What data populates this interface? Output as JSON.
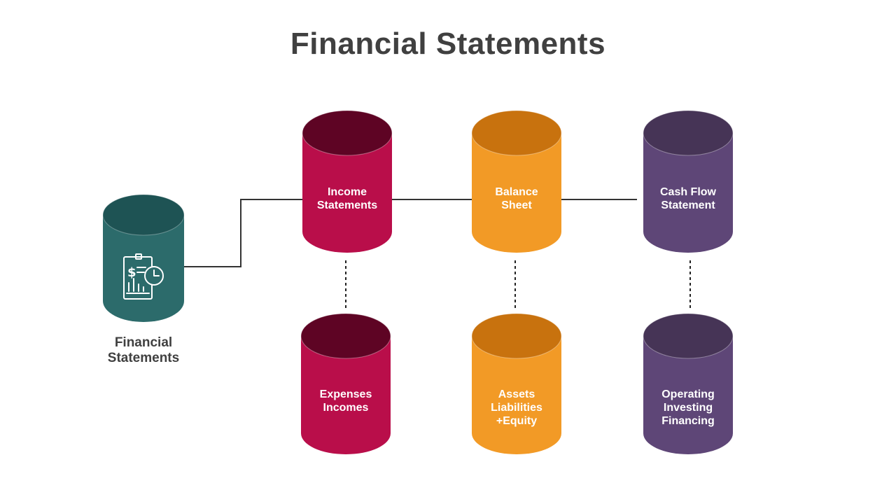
{
  "title": "Financial Statements",
  "root": {
    "label_lines": [
      "Financial",
      "Statements"
    ],
    "icon": "financial-report-icon",
    "colors": {
      "body": "#2C6B6B",
      "top": "#1E5354"
    }
  },
  "columns": [
    {
      "id": "income",
      "colors": {
        "body": "#B90E4A",
        "top": "#5E0424"
      },
      "top_lines": [
        "Income",
        "Statements"
      ],
      "bottom_lines": [
        "Expenses",
        "Incomes"
      ]
    },
    {
      "id": "balance",
      "colors": {
        "body": "#F29A26",
        "top": "#C8720E"
      },
      "top_lines": [
        "Balance",
        "Sheet"
      ],
      "bottom_lines": [
        "Assets",
        "Liabilities",
        "+Equity"
      ]
    },
    {
      "id": "cashflow",
      "colors": {
        "body": "#5E4677",
        "top": "#463456"
      },
      "top_lines": [
        "Cash Flow",
        "Statement"
      ],
      "bottom_lines": [
        "Operating",
        "Investing",
        "Financing"
      ]
    }
  ]
}
